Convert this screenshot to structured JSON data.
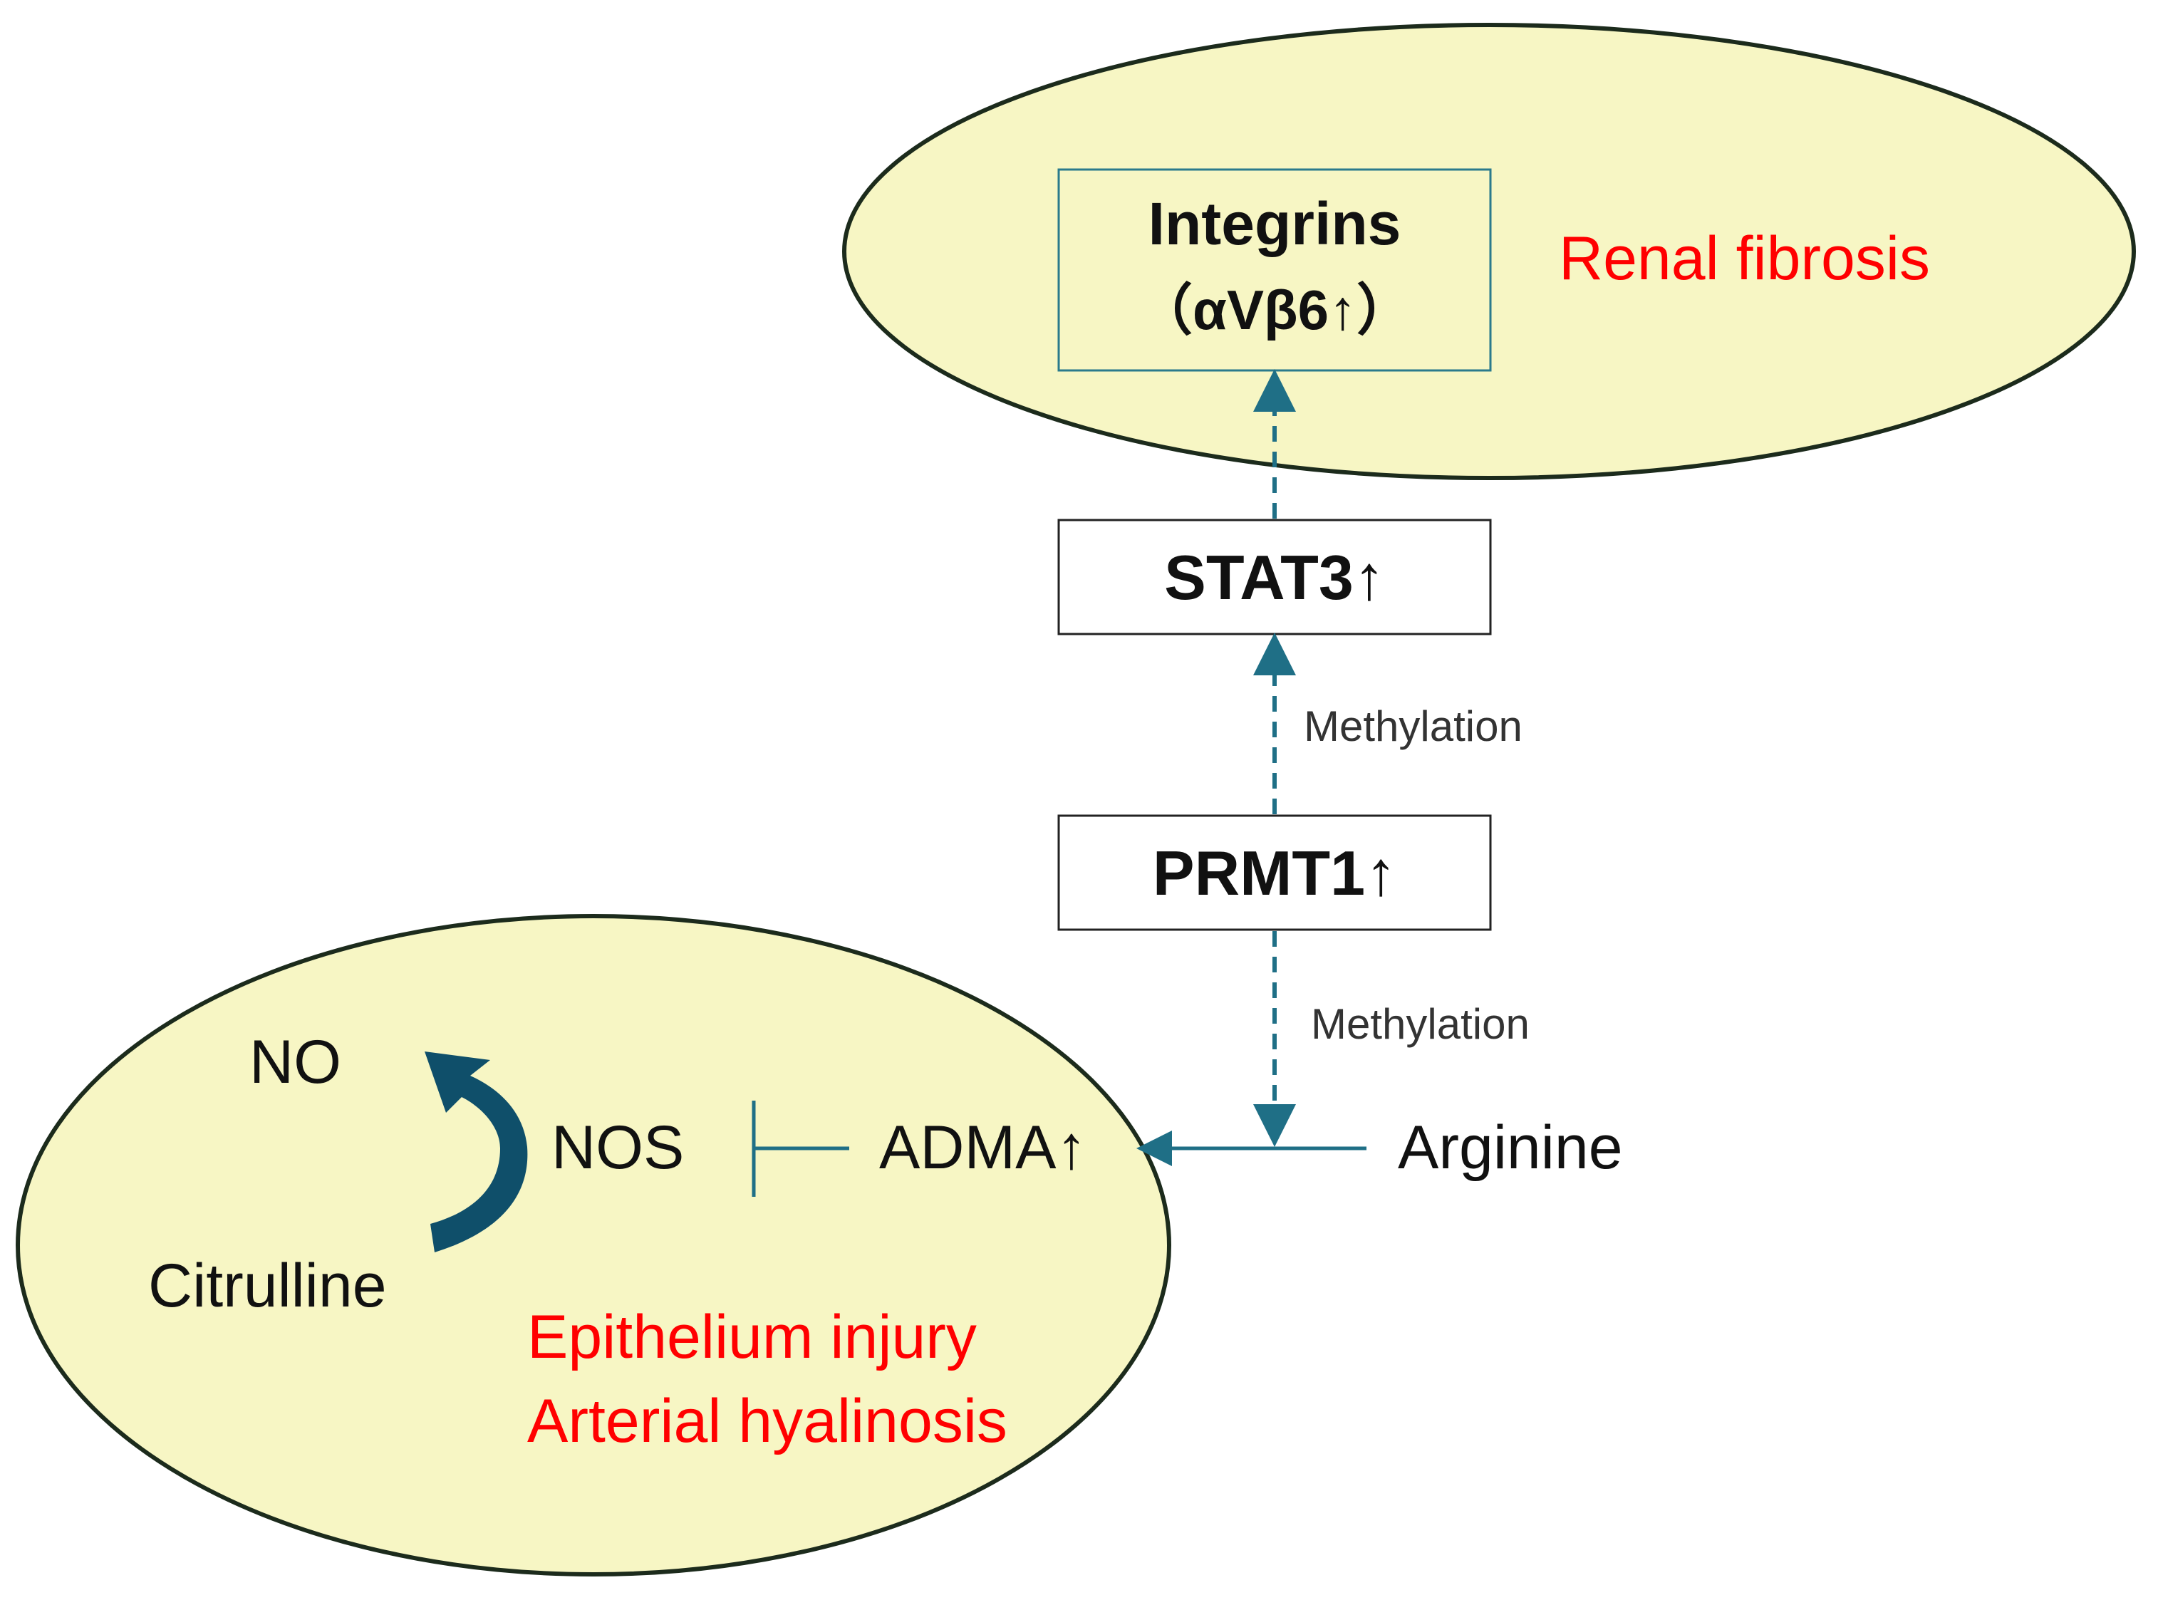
{
  "colors": {
    "ellipse_fill": "#f7f6c4",
    "ellipse_stroke": "#1c2b1c",
    "arrow": "#1f6f86",
    "box_stroke_highlight": "#2a7a8c",
    "box_stroke": "#222222",
    "text_red": "#ff0000",
    "text_dark": "#111111",
    "curved_arrow": "#0f4f6a"
  },
  "top_region": {
    "integrins_line1": "Integrins",
    "integrins_line2": "（αVβ6↑）",
    "effect_label": "Renal fibrosis"
  },
  "nodes": {
    "stat3": "STAT3↑",
    "prmt1": "PRMT1↑",
    "adma": "ADMA↑",
    "arginine": "Arginine",
    "nos": "NOS",
    "no": "NO",
    "citrulline": "Citrulline"
  },
  "edges": {
    "prmt1_to_stat3": "Methylation",
    "prmt1_to_adma": "Methylation"
  },
  "bottom_region": {
    "effect_line1": "Epithelium injury",
    "effect_line2": "Arterial hyalinosis"
  }
}
